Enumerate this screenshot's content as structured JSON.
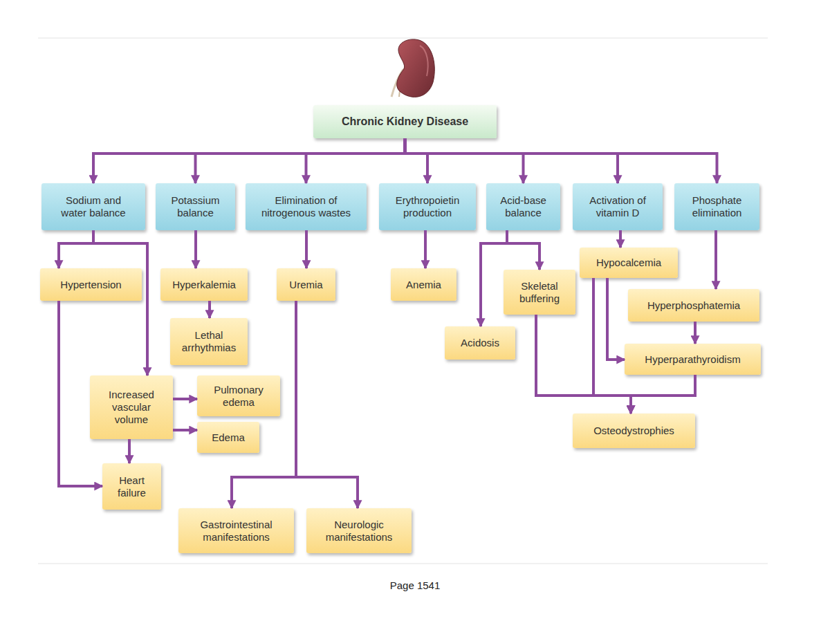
{
  "diagram": {
    "nodes": [
      {
        "text": [
          "Chronic Kidney Disease"
        ]
      },
      {
        "text": [
          "Sodium and water balance"
        ]
      },
      {
        "text": [
          "Potassium balance"
        ]
      },
      {
        "text": [
          "Elimination of nitrogenous wastes"
        ]
      },
      {
        "text": [
          "Erythropoietin production"
        ]
      },
      {
        "text": [
          "Acid-base balance"
        ]
      },
      {
        "text": [
          "Activation of vitamin D"
        ]
      },
      {
        "text": [
          "Phosphate elimination"
        ]
      },
      {
        "text": [
          "Hypocalcemia"
        ]
      },
      {
        "text": [
          "Hypertension"
        ]
      },
      {
        "text": [
          "Hyperkalemia"
        ]
      },
      {
        "text": [
          "Uremia"
        ]
      },
      {
        "text": [
          "Anemia"
        ]
      },
      {
        "text": [
          "Skeletal buffering"
        ]
      },
      {
        "text": [
          "Hyperphosphatemia"
        ]
      },
      {
        "text": [
          "Lethal arrhythmias"
        ]
      },
      {
        "text": [
          "Acidosis"
        ]
      },
      {
        "text": [
          "Hyperparathyroidism"
        ]
      },
      {
        "text": [
          "Increased vascular volume"
        ]
      },
      {
        "text": [
          "Pulmonary edema"
        ]
      },
      {
        "text": [
          "Edema"
        ]
      },
      {
        "text": [
          "Osteodystrophies"
        ]
      },
      {
        "text": [
          "Heart failure"
        ]
      },
      {
        "text": [
          "Gastrointestinal manifestations"
        ]
      },
      {
        "text": [
          "Neurologic manifestations"
        ]
      }
    ],
    "edges": [
      {
        "from": 0,
        "to": 1,
        "arrow": "to"
      },
      {
        "from": 0,
        "to": 2,
        "arrow": "to"
      },
      {
        "from": 0,
        "to": 3,
        "arrow": "to"
      },
      {
        "from": 0,
        "to": 4,
        "arrow": "to"
      },
      {
        "from": 0,
        "to": 5,
        "arrow": "to"
      },
      {
        "from": 0,
        "to": 6,
        "arrow": "to"
      },
      {
        "from": 0,
        "to": 7,
        "arrow": "to"
      },
      {
        "from": 1,
        "to": 9,
        "arrow": "to"
      },
      {
        "from": 1,
        "to": 18,
        "arrow": "to"
      },
      {
        "from": 2,
        "to": 10,
        "arrow": "to"
      },
      {
        "from": 10,
        "to": 15,
        "arrow": "to"
      },
      {
        "from": 3,
        "to": 11,
        "arrow": "to"
      },
      {
        "from": 11,
        "to": 23,
        "arrow": "to"
      },
      {
        "from": 11,
        "to": 24,
        "arrow": "to"
      },
      {
        "from": 4,
        "to": 12,
        "arrow": "to"
      },
      {
        "from": 5,
        "to": 16,
        "arrow": "to"
      },
      {
        "from": 5,
        "to": 13,
        "arrow": "to"
      },
      {
        "from": 6,
        "to": 8,
        "arrow": "to"
      },
      {
        "from": 7,
        "to": 14,
        "arrow": "to"
      },
      {
        "from": 8,
        "to": 17,
        "arrow": "to"
      },
      {
        "from": 14,
        "to": 17,
        "arrow": "to"
      },
      {
        "from": 8,
        "to": 21,
        "arrow": "to"
      },
      {
        "from": 13,
        "to": 21,
        "arrow": "to"
      },
      {
        "from": 17,
        "to": 21,
        "arrow": "to"
      },
      {
        "from": 9,
        "to": 22,
        "arrow": "to"
      },
      {
        "from": 18,
        "to": 19,
        "arrow": "to"
      },
      {
        "from": 18,
        "to": 20,
        "arrow": "to"
      },
      {
        "from": 18,
        "to": 22,
        "arrow": "to"
      }
    ],
    "labels": [
      "Page 1541"
    ]
  }
}
